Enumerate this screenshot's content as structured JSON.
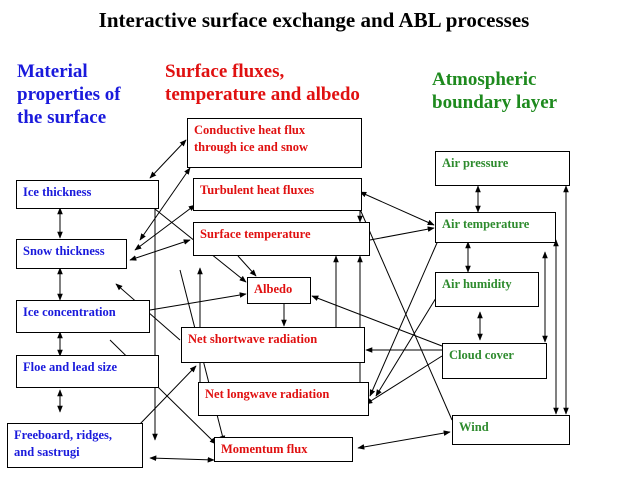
{
  "title": "Interactive surface exchange and ABL processes",
  "columns": {
    "material": "Material\nproperties of\nthe surface",
    "surface": "Surface fluxes,\ntemperature and albedo",
    "abl": "Atmospheric\nboundary layer"
  },
  "material_boxes": {
    "ice_thickness": "Ice thickness",
    "snow_thickness": "Snow thickness",
    "ice_concentration": "Ice concentration",
    "floe_lead": "Floe and lead size",
    "freeboard": "Freeboard, ridges,\nand sastrugi"
  },
  "surface_boxes": {
    "conductive": "Conductive heat flux\nthrough ice and snow",
    "turbulent": "Turbulent heat fluxes",
    "surface_temp": "Surface temperature",
    "albedo": "Albedo",
    "net_sw": "Net shortwave radiation",
    "net_lw": "Net longwave radiation",
    "momentum": "Momentum flux"
  },
  "abl_boxes": {
    "air_pressure": "Air pressure",
    "air_temperature": "Air temperature",
    "air_humidity": "Air humidity",
    "cloud_cover": "Cloud cover",
    "wind": "Wind"
  },
  "colors": {
    "material": "#1a1adc",
    "surface": "#e01010",
    "abl": "#2e8b2e"
  }
}
